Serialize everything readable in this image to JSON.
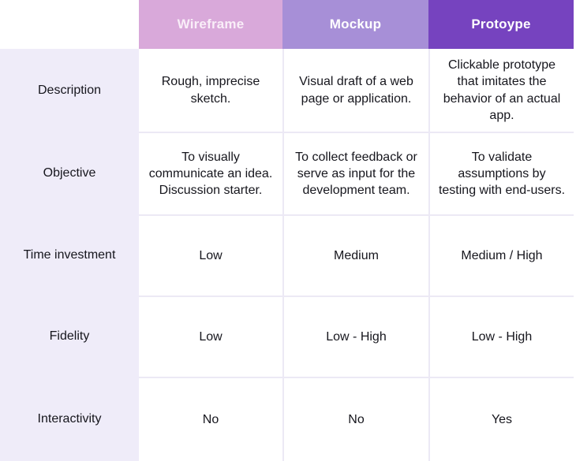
{
  "chart_data": {
    "type": "table",
    "columns": [
      "",
      "Wireframe",
      "Mockup",
      "Protoype"
    ],
    "rows": [
      [
        "Description",
        "Rough, imprecise sketch.",
        "Visual draft of a web page or application.",
        "Clickable prototype that imitates the behavior of an actual app."
      ],
      [
        "Objective",
        "To visually communicate an idea. Discussion starter.",
        "To collect feedback or serve as input for the development team.",
        "To validate assumptions by testing with end-users."
      ],
      [
        "Time investment",
        "Low",
        "Medium",
        "Medium / High"
      ],
      [
        "Fidelity",
        "Low",
        "Low - High",
        "Low - High"
      ],
      [
        "Interactivity",
        "No",
        "No",
        "Yes"
      ]
    ],
    "layout": "comparison table, colored column headers, lavender row-label column, white cells with faint lavender grid lines"
  },
  "table": {
    "columns": [
      {
        "label": "Wireframe",
        "bg": "#d9a9da"
      },
      {
        "label": "Mockup",
        "bg": "#a78fd7"
      },
      {
        "label": "Protoype",
        "bg": "#7643bf"
      }
    ],
    "rows": [
      {
        "label": "Description",
        "cells": [
          "Rough, imprecise sketch.",
          "Visual draft of a web page or application.",
          "Clickable prototype that imitates the behavior of an actual app."
        ]
      },
      {
        "label": "Objective",
        "cells": [
          "To visually communicate an idea. Discussion starter.",
          "To collect feedback or serve as input for the development team.",
          "To validate assumptions by testing with end-users."
        ]
      },
      {
        "label": "Time investment",
        "cells": [
          "Low",
          "Medium",
          "Medium / High"
        ]
      },
      {
        "label": "Fidelity",
        "cells": [
          "Low",
          "Low - High",
          "Low - High"
        ]
      },
      {
        "label": "Interactivity",
        "cells": [
          "No",
          "No",
          "Yes"
        ]
      }
    ]
  },
  "colors": {
    "header_wireframe_bg": "#d9a9da",
    "header_mockup_bg": "#a78fd7",
    "header_prototype_bg": "#7643bf",
    "label_column_bg": "#efecf9",
    "grid_line": "#ece9f5",
    "cell_bg": "#ffffff",
    "body_text": "#16161d",
    "header_text": "#ffffff",
    "wireframe_header_text": "#f9eef8"
  }
}
